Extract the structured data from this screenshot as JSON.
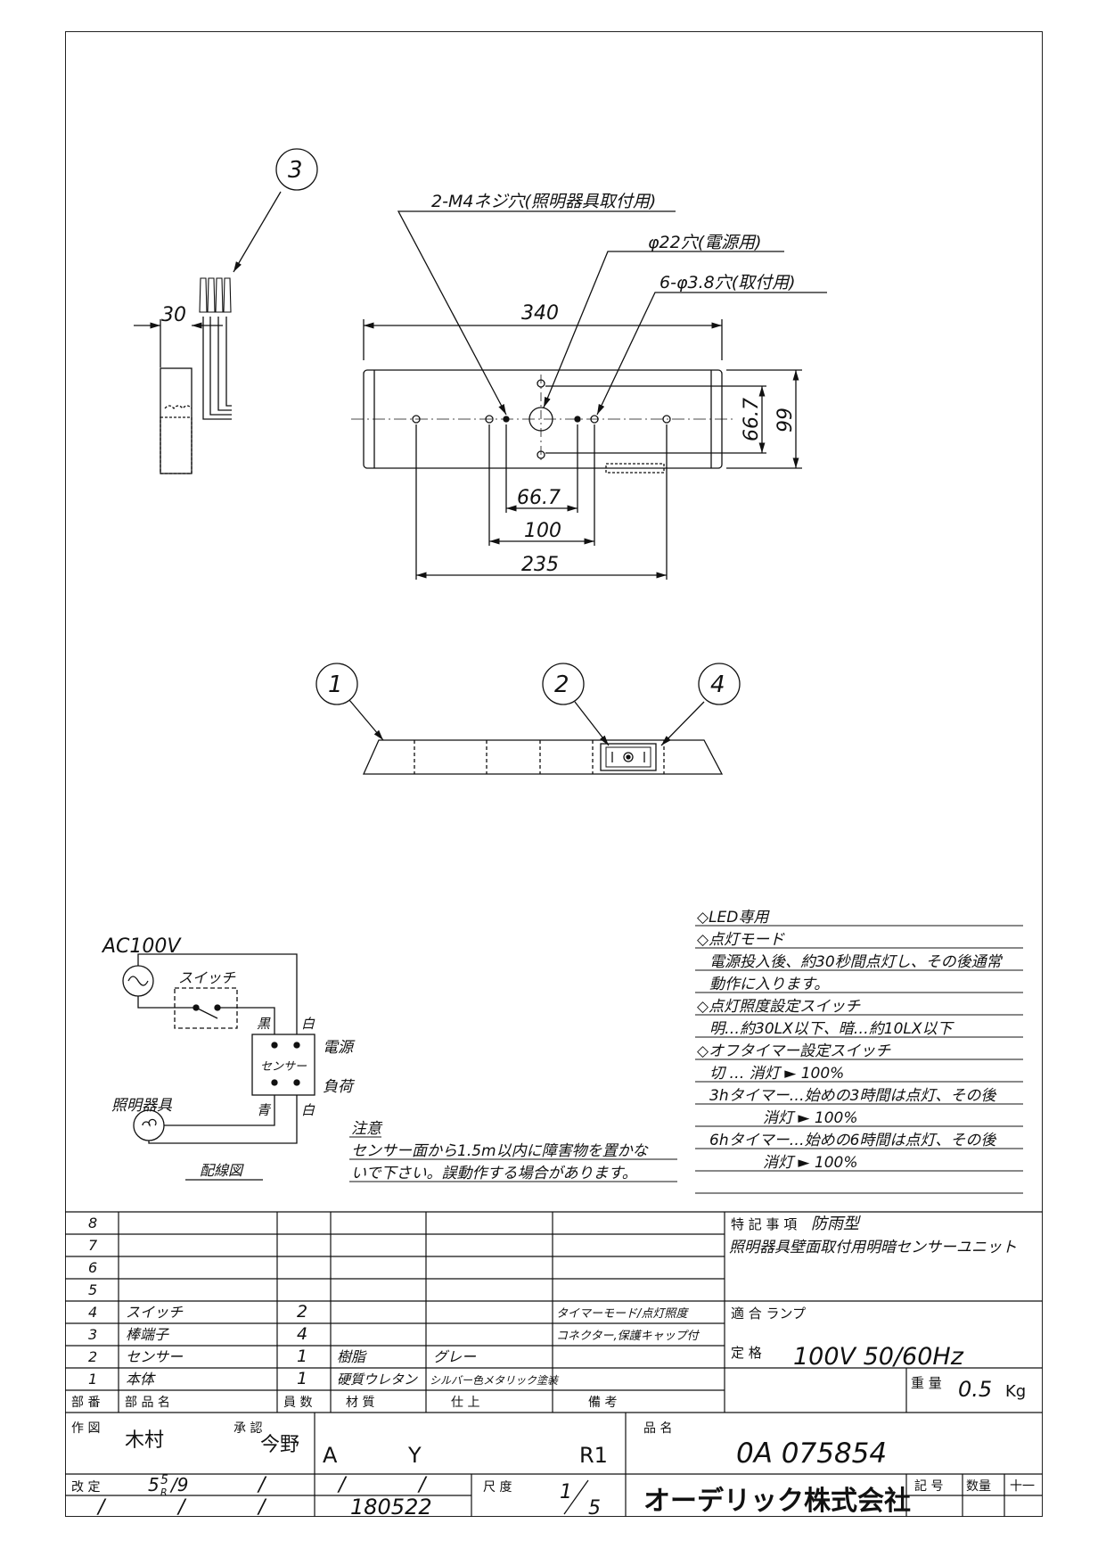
{
  "drawing": {
    "callouts": {
      "screw_holes": "2-M4ネジ穴(照明器具取付用)",
      "power_hole": "φ22穴(電源用)",
      "mount_holes": "6-φ3.8穴(取付用)"
    },
    "dimensions": {
      "width": "340",
      "height_outer": "99",
      "height_inner": "66.7",
      "pitch_small": "66.7",
      "pitch_mid": "100",
      "pitch_large": "235",
      "lead_length": "30"
    },
    "part_markers": [
      "1",
      "2",
      "3",
      "4"
    ]
  },
  "wiring": {
    "ac_label": "AC100V",
    "switch_label": "スイッチ",
    "black": "黒",
    "white_top": "白",
    "power": "電源",
    "sensor": "センサー",
    "load": "負荷",
    "lamp_label": "照明器具",
    "blue": "青",
    "white_bottom": "白",
    "caption": "配線図"
  },
  "caution": {
    "title": "注意",
    "line1": "センサー面から1.5m以内に障害物を置かな",
    "line2": "いで下さい。誤動作する場合があります。"
  },
  "notes": [
    "◇LED専用",
    "◇点灯モード",
    "電源投入後、約30秒間点灯し、その後通常",
    "動作に入ります。",
    "◇点灯照度設定スイッチ",
    "明…約30LX以下、暗…約10LX以下",
    "◇オフタイマー設定スイッチ",
    "切 … 消灯 ► 100%",
    "3hタイマー…始めの3時間は点灯、その後",
    "消灯 ► 100%",
    "6hタイマー…始めの6時間は点灯、その後",
    "消灯 ► 100%"
  ],
  "parts_table": {
    "headers": [
      "部 番",
      "部 品 名",
      "員 数",
      "材 質",
      "仕 上",
      "備 考"
    ],
    "rows": [
      {
        "no": "8",
        "name": "",
        "qty": "",
        "material": "",
        "finish": "",
        "remarks": ""
      },
      {
        "no": "7",
        "name": "",
        "qty": "",
        "material": "",
        "finish": "",
        "remarks": ""
      },
      {
        "no": "6",
        "name": "",
        "qty": "",
        "material": "",
        "finish": "",
        "remarks": ""
      },
      {
        "no": "5",
        "name": "",
        "qty": "",
        "material": "",
        "finish": "",
        "remarks": ""
      },
      {
        "no": "4",
        "name": "スイッチ",
        "qty": "2",
        "material": "",
        "finish": "",
        "remarks": "タイマーモード/点灯照度"
      },
      {
        "no": "3",
        "name": "棒端子",
        "qty": "4",
        "material": "",
        "finish": "",
        "remarks": "コネクター,保護キャップ付"
      },
      {
        "no": "2",
        "name": "センサー",
        "qty": "1",
        "material": "樹脂",
        "finish": "グレー",
        "remarks": ""
      },
      {
        "no": "1",
        "name": "本体",
        "qty": "1",
        "material": "硬質ウレタン",
        "finish": "シルバー色メタリック塗装",
        "remarks": ""
      }
    ]
  },
  "title_block": {
    "special_label": "特 記 事 項",
    "special_value": "防雨型",
    "description": "照明器具壁面取付用明暗センサーユニット",
    "lamp_label": "適 合 ランプ",
    "rating_label": "定 格",
    "rating_value": "100V 50/60Hz",
    "weight_label": "重 量",
    "weight_value": "0.5",
    "weight_unit": "Kg",
    "drawn_label": "作 図",
    "drawn_by": "木村",
    "approved_label": "承 認",
    "approved_by": "今野",
    "grade_a": "A",
    "grade_y": "Y",
    "revision": "R1",
    "product_label": "品 名",
    "product_no": "0A 075854",
    "change_label": "改 定",
    "change_date_main": "5",
    "change_date_sup": "5",
    "change_date_sub": "R",
    "change_date_tail": "/9",
    "slash": "/",
    "date_code": "180522",
    "scale_label": "尺 度",
    "scale_num": "1",
    "scale_den": "5",
    "company": "オーデリック株式会社",
    "mark_label": "記 号",
    "count_label": "数量",
    "plus_minus": "十一"
  }
}
